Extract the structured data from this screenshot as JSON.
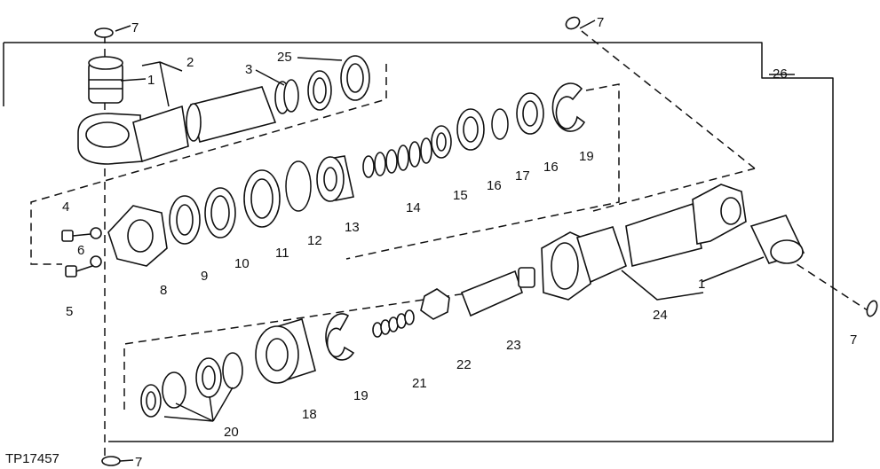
{
  "figure_id": "TP17457",
  "callouts": [
    "1",
    "1",
    "2",
    "3",
    "4",
    "5",
    "6",
    "7",
    "7",
    "7",
    "7",
    "8",
    "9",
    "10",
    "11",
    "12",
    "13",
    "14",
    "15",
    "16",
    "16",
    "17",
    "18",
    "19",
    "19",
    "20",
    "21",
    "22",
    "23",
    "24",
    "25",
    "26"
  ],
  "labels": {
    "c1a": "1",
    "c1b": "1",
    "c2": "2",
    "c3": "3",
    "c4": "4",
    "c5": "5",
    "c6": "6",
    "c7a": "7",
    "c7b": "7",
    "c7c": "7",
    "c7d": "7",
    "c8": "8",
    "c9": "9",
    "c10": "10",
    "c11": "11",
    "c12": "12",
    "c13": "13",
    "c14": "14",
    "c15": "15",
    "c16a": "16",
    "c16b": "16",
    "c17": "17",
    "c18": "18",
    "c19a": "19",
    "c19b": "19",
    "c20": "20",
    "c21": "21",
    "c22": "22",
    "c23": "23",
    "c24": "24",
    "c25": "25",
    "c26": "26"
  },
  "colors": {
    "ink": "#111111",
    "paper": "#ffffff"
  }
}
